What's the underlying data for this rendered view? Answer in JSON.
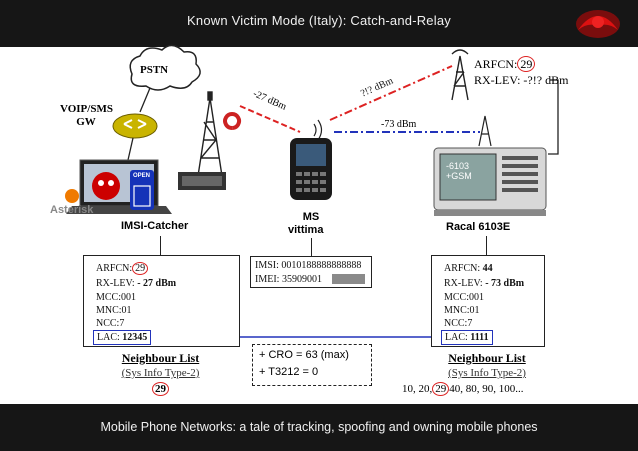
{
  "header": {
    "title": "Known Victim Mode (Italy): Catch-and-Relay"
  },
  "footer": {
    "text": "Mobile Phone Networks: a tale of tracking, spoofing and owning mobile phones"
  },
  "nodes": {
    "pstn": "PSTN",
    "gw": "VOIP/SMS\nGW",
    "gw_l1": "VOIP/SMS",
    "gw_l2": "GW",
    "asterisk": "Asterisk",
    "openbts": "OPEN",
    "imsi_catcher": "IMSI-Catcher",
    "ms": "MS",
    "ms_sub": "vittima",
    "racal": "Racal 6103E",
    "racal_screen_1": "-6103",
    "racal_screen_2": "+GSM"
  },
  "links": {
    "catcher_level": "-27 dBm",
    "unknown_level": "?!? dBm",
    "real_level": "-73 dBm",
    "bts_arfcn_label": "ARFCN:",
    "bts_arfcn_value": "29",
    "bts_rxlev": "RX-LEV: -?!? dBm"
  },
  "catcher_box": {
    "arfcn_label": "ARFCN:",
    "arfcn_value": "29",
    "rxlev_label": "RX-LEV:",
    "rxlev_value": "- 27 dBm",
    "mcc": "MCC:001",
    "mnc": "MNC:01",
    "ncc": "NCC:7",
    "lac_label": "LAC:",
    "lac_value": "12345",
    "neighbour_title": "Neighbour List",
    "neighbour_sub": "(Sys Info Type-2)",
    "neighbour_value": "29"
  },
  "ms_box": {
    "imsi": "IMSI: 0010188888888888",
    "imei": "IMEI: 35909001"
  },
  "racal_box": {
    "arfcn_label": "ARFCN:",
    "arfcn_value": "44",
    "rxlev_label": "RX-LEV:",
    "rxlev_value": "- 73 dBm",
    "mcc": "MCC:001",
    "mnc": "MNC:01",
    "ncc": "NCC:7",
    "lac_label": "LAC:",
    "lac_value": "1111",
    "neighbour_title": "Neighbour List",
    "neighbour_sub": "(Sys Info Type-2)",
    "neighbour_pre": "10, 20,",
    "neighbour_value": "29",
    "neighbour_post": "40, 80, 90, 100..."
  },
  "params": {
    "cro": "+ CRO = 63 (max)",
    "t3212": "+ T3212 = 0"
  },
  "colors": {
    "accent": "#d22222",
    "lac_link": "#2233bb",
    "banner": "#161616"
  }
}
